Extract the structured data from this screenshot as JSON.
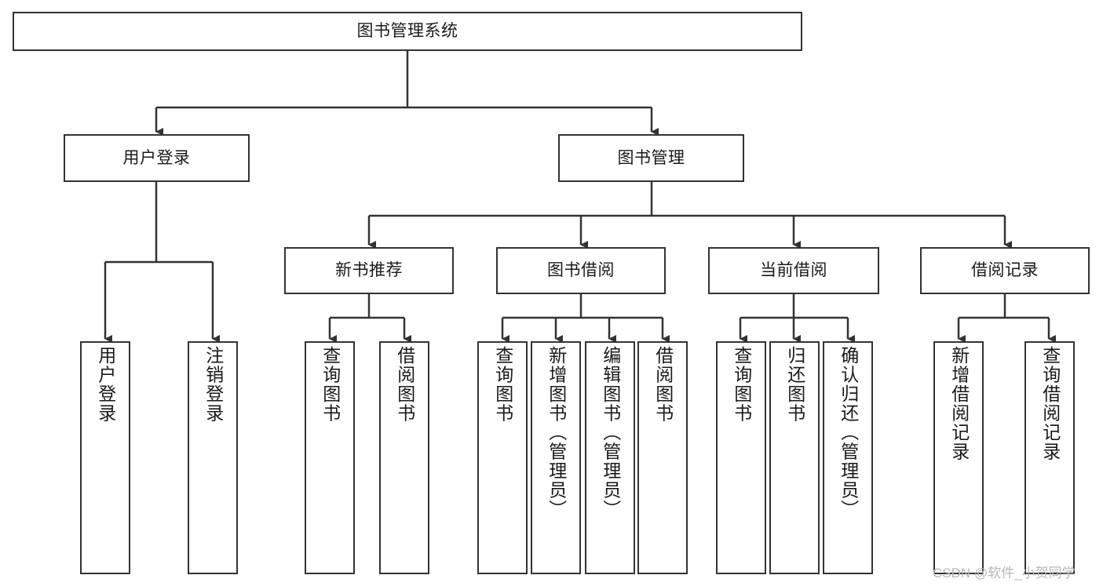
{
  "diagram": {
    "title": "图书管理系统",
    "type": "tree",
    "accent_color": "#333333",
    "background_color": "#ffffff",
    "watermark": "CSDN @软件_小贺同学",
    "levels": {
      "root": "图书管理系统",
      "level2": [
        "用户登录",
        "图书管理"
      ],
      "level3": [
        "新书推荐",
        "图书借阅",
        "当前借阅",
        "借阅记录"
      ]
    },
    "nodes": {
      "root": {
        "label": "图书管理系统"
      },
      "user_login": {
        "label": "用户登录"
      },
      "book_manage": {
        "label": "图书管理"
      },
      "new_book_rec": {
        "label": "新书推荐"
      },
      "book_borrow": {
        "label": "图书借阅"
      },
      "current_borrow": {
        "label": "当前借阅"
      },
      "borrow_record": {
        "label": "借阅记录"
      },
      "leaf_user_login": {
        "label": "用户登录"
      },
      "leaf_logout": {
        "label": "注销登录"
      },
      "leaf_query_book_1": {
        "label": "查询图书"
      },
      "leaf_borrow_book_1": {
        "label": "借阅图书"
      },
      "leaf_query_book_2": {
        "label": "查询图书"
      },
      "leaf_add_book": {
        "label": "新增图书（管理员）"
      },
      "leaf_edit_book": {
        "label": "编辑图书（管理员）"
      },
      "leaf_borrow_book_2": {
        "label": "借阅图书"
      },
      "leaf_query_book_3": {
        "label": "查询图书"
      },
      "leaf_return_book": {
        "label": "归还图书"
      },
      "leaf_confirm_return": {
        "label": "确认归还（管理员）"
      },
      "leaf_add_record": {
        "label": "新增借阅记录"
      },
      "leaf_query_record": {
        "label": "查询借阅记录"
      }
    }
  }
}
